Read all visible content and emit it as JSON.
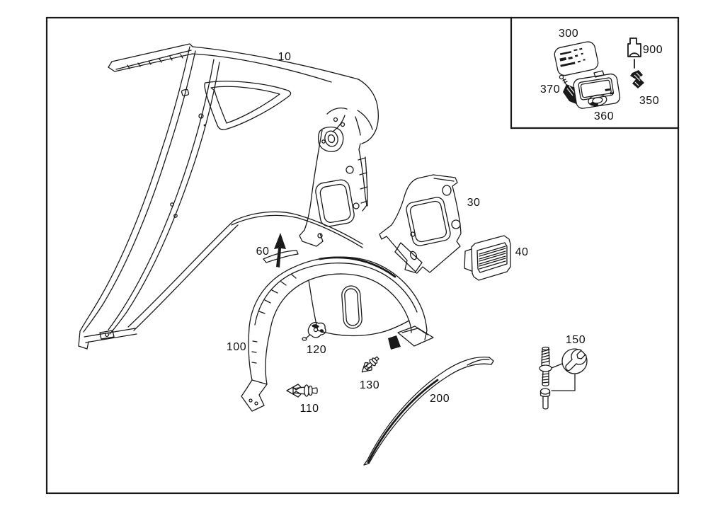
{
  "colors": {
    "line": "#1a1a1a",
    "background": "#ffffff",
    "label": "#111111"
  },
  "icons": {
    "wrench": "wrench-in-circle-tool-symbol",
    "arrow_up": "installation-direction-arrow"
  },
  "labels": {
    "part10": "10",
    "part30": "30",
    "part40": "40",
    "part60": "60",
    "part100": "100",
    "part110": "110",
    "part120": "120",
    "part130": "130",
    "part150": "150",
    "part200": "200",
    "part300": "300",
    "part350": "350",
    "part360": "360",
    "part370": "370",
    "part900": "900"
  }
}
